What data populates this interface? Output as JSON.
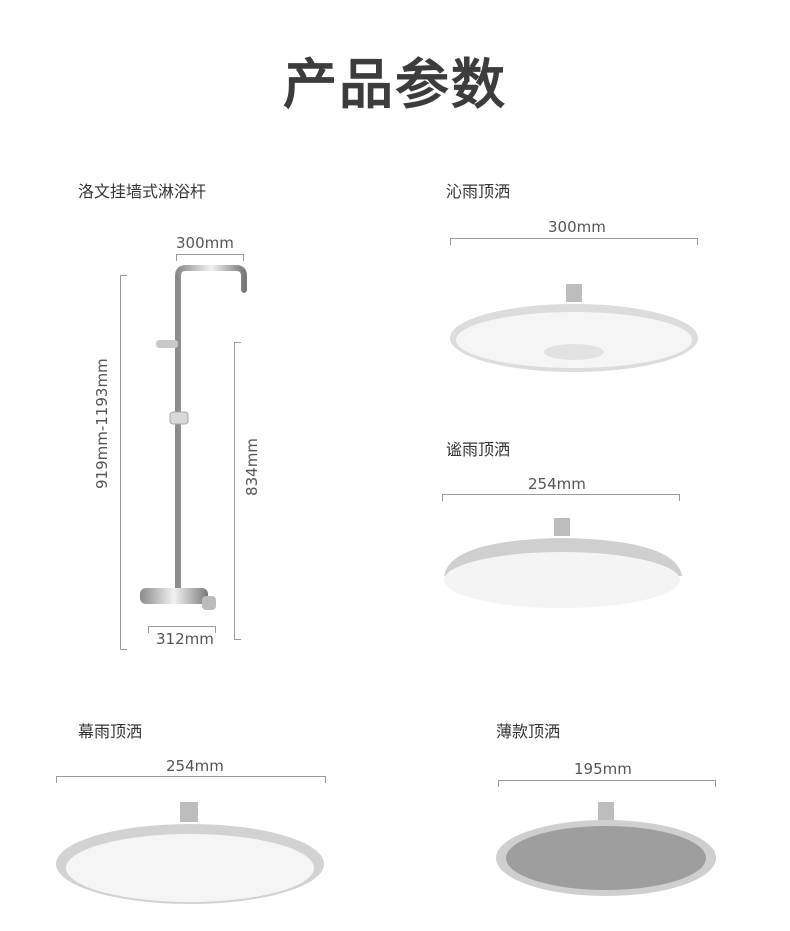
{
  "page_title": "产品参数",
  "products": {
    "column_set": {
      "name": "洛文挂墙式淋浴杆",
      "width_top": "300mm",
      "height_total": "919mm-1193mm",
      "height_bar": "834mm",
      "width_bottom": "312mm"
    },
    "qinyu": {
      "name": "沁雨顶洒",
      "width": "300mm"
    },
    "yiyu": {
      "name": "谧雨顶洒",
      "width": "254mm"
    },
    "muyu": {
      "name": "幕雨顶洒",
      "width": "254mm"
    },
    "slim": {
      "name": "薄款顶洒",
      "width": "195mm"
    }
  }
}
